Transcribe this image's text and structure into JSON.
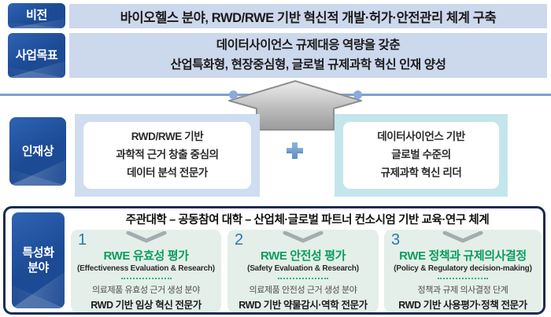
{
  "vision": {
    "label": "비전",
    "text": "바이오헬스 분야, RWD/RWE 기반 혁신적 개발·허가·안전관리 체계 구축"
  },
  "goal": {
    "label": "사업목표",
    "line1": "데이터사이언스 규제대응 역량을 갖춘",
    "line2": "산업특화형, 현장중심형, 글로벌 규제과학 혁신 인재 양성"
  },
  "talent": {
    "label": "인재상",
    "left": {
      "lines": [
        "RWD/RWE 기반",
        "과학적 근거 창출 중심의",
        "데이터 분석 전문가"
      ]
    },
    "right": {
      "lines": [
        "데이터사이언스 기반",
        "글로벌 수준의",
        "규제과학 혁신 리더"
      ]
    }
  },
  "spec": {
    "label_line1": "특성화",
    "label_line2": "분야",
    "header": "주관대학 – 공동참여 대학 – 산업체·글로벌 파트너 컨소시엄 기반 교육·연구 체계",
    "cards": [
      {
        "number": "1",
        "title": "RWE 유효성 평가",
        "subtitle": "(Effectiveness Evaluation & Research)",
        "desc1": "의료제품 유효성 근거 생성 분야",
        "desc2": "RWD 기반 임상 혁신 전문가"
      },
      {
        "number": "2",
        "title": "RWE 안전성 평가",
        "subtitle": "(Safety Evaluation & Research)",
        "desc1": "의료제품 안전성 근거 생성 분야",
        "desc2": "RWD 기반 약물감시·역학 전문가"
      },
      {
        "number": "3",
        "title": "RWE 정책과 규제의사결정",
        "subtitle": "(Policy & Regulatory decision-making)",
        "desc1": "정책과 규제 의사결정 단계",
        "desc2": "RWD 기반 사용평가·정책 전문가"
      }
    ]
  },
  "colors": {
    "ribbonBlue": "#1c4a94",
    "ribbonBlueLight": "#2e63b4",
    "barBlue": "#ccd8ec",
    "lineBlue": "#7aa0d5",
    "dotBlue": "#8da9dc",
    "panelBlue": "#cfddf0",
    "panelCyan": "#c3e6ec",
    "navyBorder": "#1c2b4f",
    "mint": "#e4efe9",
    "numBlue": "#2e75b6",
    "green": "#0a9e5d",
    "dotGreen": "#2fb377",
    "chevronGray": "#a3adb0",
    "arrowLight": "#ededed",
    "arrowDark": "#9b9b9b",
    "arrowStroke": "#8f8f8f"
  }
}
